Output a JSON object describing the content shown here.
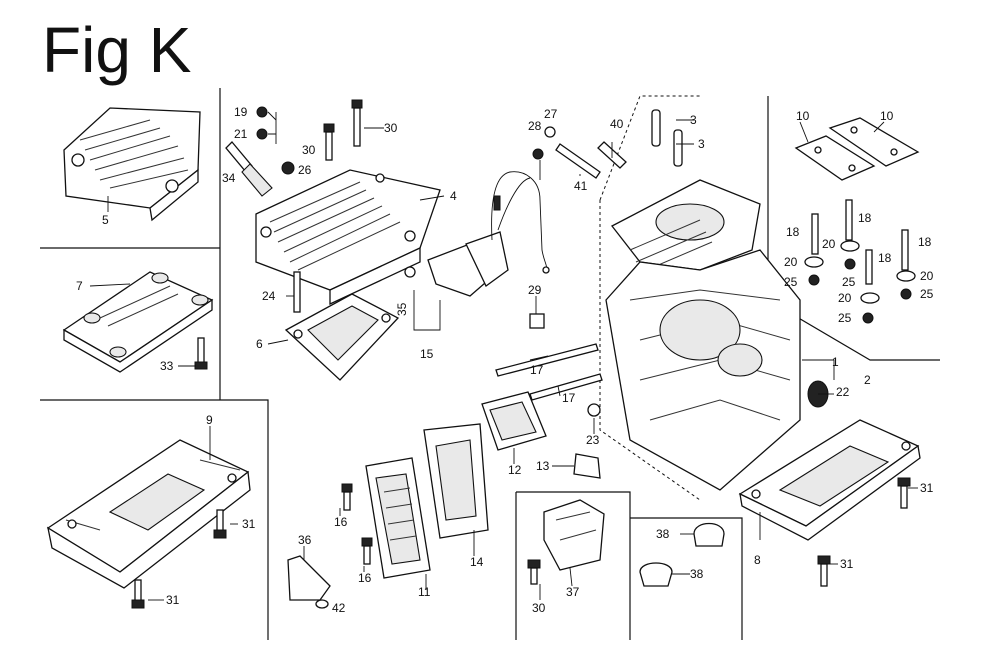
{
  "figure": {
    "title": "Fig K"
  },
  "callouts": {
    "c1": "1",
    "c2": "2",
    "c3a": "3",
    "c3b": "3",
    "c4": "4",
    "c5": "5",
    "c6": "6",
    "c7": "7",
    "c8": "8",
    "c9": "9",
    "c10a": "10",
    "c10b": "10",
    "c12": "12",
    "c13": "13",
    "c14": "14",
    "c15": "15",
    "c16a": "16",
    "c16b": "16",
    "c17a": "17",
    "c17b": "17",
    "c18a": "18",
    "c18b": "18",
    "c18c": "18",
    "c18d": "18",
    "c19": "19",
    "c20a": "20",
    "c20b": "20",
    "c20c": "20",
    "c20d": "20",
    "c21": "21",
    "c22": "22",
    "c23": "23",
    "c24": "24",
    "c25a": "25",
    "c25b": "25",
    "c25c": "25",
    "c25d": "25",
    "c26": "26",
    "c27": "27",
    "c28": "28",
    "c29": "29",
    "c30a": "30",
    "c30b": "30",
    "c30c": "30",
    "c31a": "31",
    "c31b": "31",
    "c31c": "31",
    "c31d": "31",
    "c33": "33",
    "c34": "34",
    "c35": "35",
    "c36": "36",
    "c37": "37",
    "c38a": "38",
    "c38b": "38",
    "c40": "40",
    "c41": "41",
    "c42": "42",
    "c11": "11"
  }
}
